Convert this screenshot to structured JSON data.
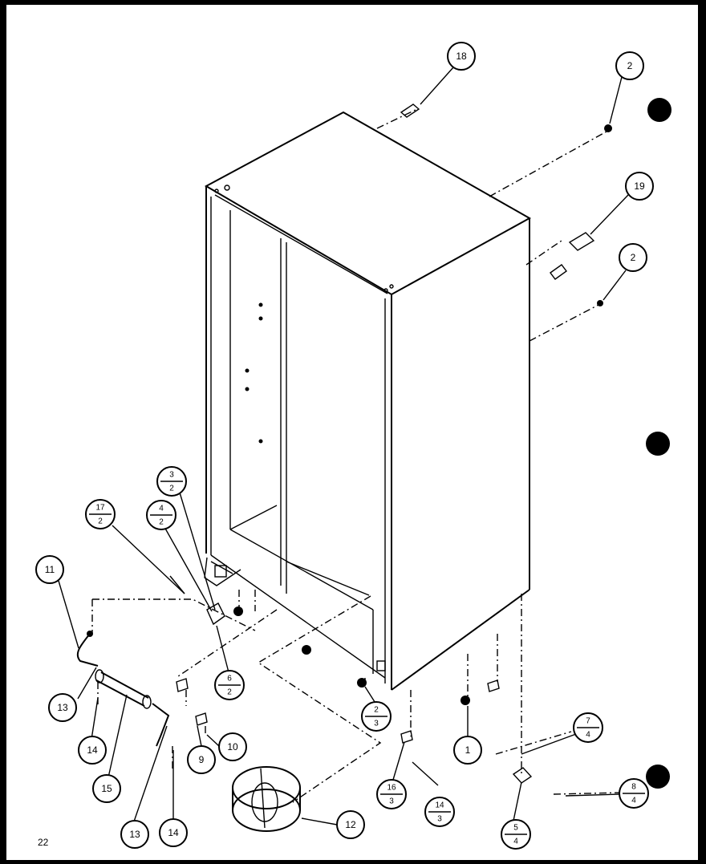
{
  "page_number": "22",
  "callouts": {
    "c18": "18",
    "c2_top": "2",
    "c19": "19",
    "c2_mid": "2",
    "c11": "11",
    "c13_top": "13",
    "c14_left": "14",
    "c15": "15",
    "c13_bottom": "13",
    "c14_bottom": "14",
    "c9": "9",
    "c10": "10",
    "c12": "12",
    "c1": "1",
    "f17_2": {
      "top": "17",
      "bottom": "2"
    },
    "f4_2": {
      "top": "4",
      "bottom": "2"
    },
    "f3_2": {
      "top": "3",
      "bottom": "2"
    },
    "f6_2": {
      "top": "6",
      "bottom": "2"
    },
    "f2_3": {
      "top": "2",
      "bottom": "3"
    },
    "f16_3": {
      "top": "16",
      "bottom": "3"
    },
    "f14_3": {
      "top": "14",
      "bottom": "3"
    },
    "f7_4": {
      "top": "7",
      "bottom": "4"
    },
    "f8_4": {
      "top": "8",
      "bottom": "4"
    },
    "f5_4": {
      "top": "5",
      "bottom": "4"
    }
  }
}
